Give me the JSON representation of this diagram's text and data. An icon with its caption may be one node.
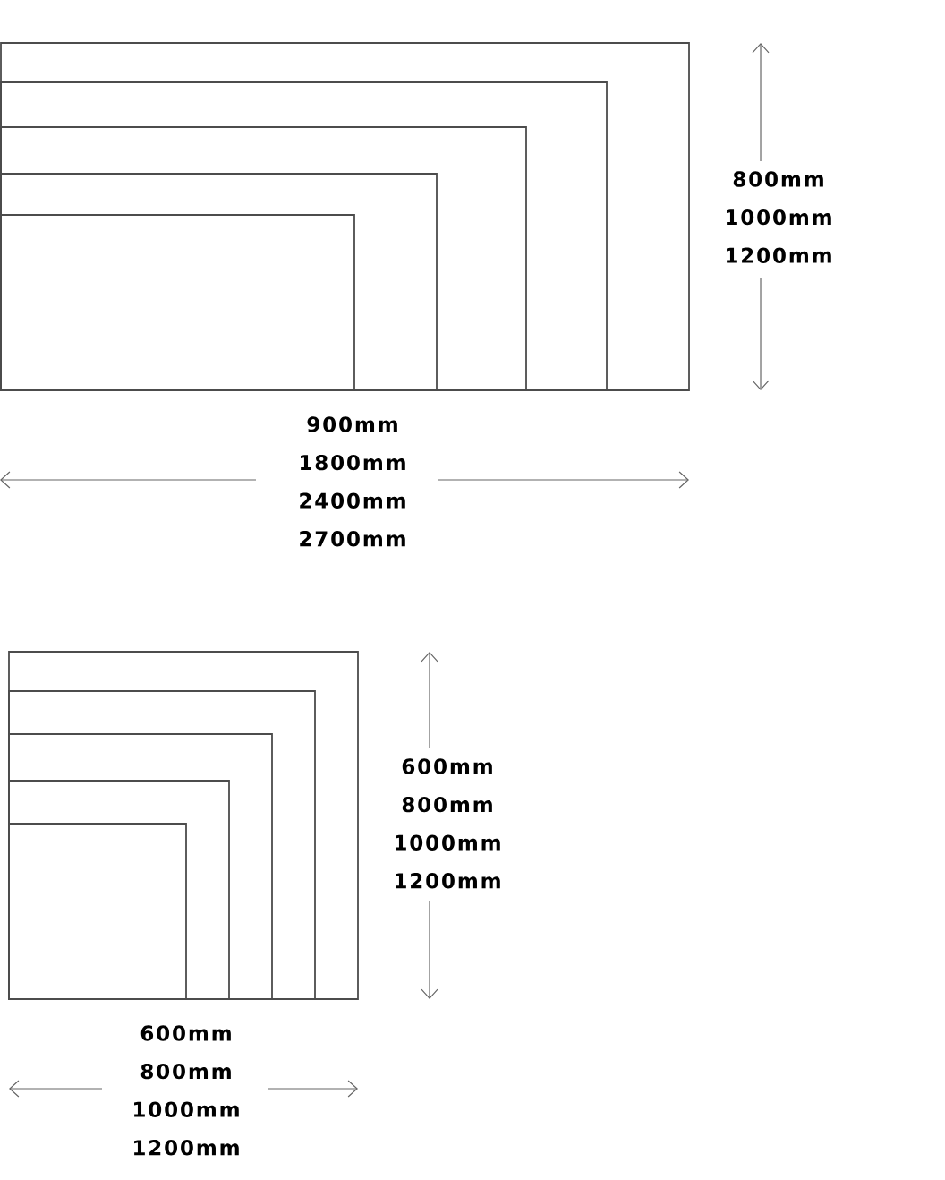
{
  "diagram": {
    "labels": [
      "800mm",
      "1000mm",
      "1200mm",
      "900mm",
      "1800mm",
      "2400mm",
      "2700mm",
      "600mm",
      "800mm",
      "1000mm",
      "1200mm",
      "600mm",
      "800mm",
      "1000mm",
      "1200mm"
    ]
  }
}
